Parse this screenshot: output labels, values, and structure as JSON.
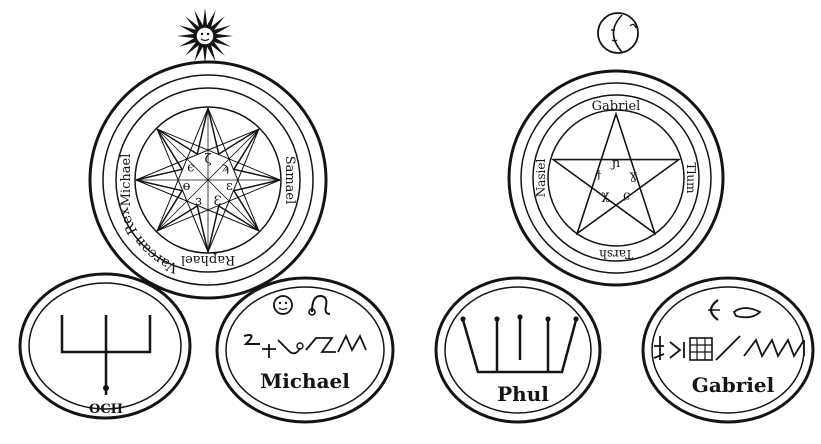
{
  "colors": {
    "ink": "#141414",
    "paper": "#ffffff"
  },
  "sun_group": {
    "symbol_icon": "sun-with-face-icon",
    "main_seal": {
      "ring_text": [
        "Varcan Rex",
        "Samael",
        "Raphael",
        "Michael"
      ],
      "figure": "eight-pointed-star",
      "inner_letters": [
        "ζ",
        "ϡ",
        "ɛ",
        "Ɛ",
        "ɜ",
        "ɵ",
        "ϵ"
      ]
    },
    "left_seal": {
      "label": "OCH",
      "figure": "trident-sigil"
    },
    "right_seal": {
      "label": "Michael",
      "top_icons": [
        "sun-face-icon",
        "leo-icon"
      ]
    }
  },
  "moon_group": {
    "symbol_icon": "moon-with-face-icon",
    "main_seal": {
      "ring_text": [
        "Gabriel",
        "Tlum",
        "Tarsh",
        "Nasiel"
      ],
      "figure": "pentagram",
      "inner_letters": [
        "ɲ",
        "ɣ",
        "ɕ",
        "χ",
        "ϯ"
      ]
    },
    "left_seal": {
      "label": "Phul",
      "figure": "bowl-sigil"
    },
    "right_seal": {
      "label": "Gabriel",
      "top_icons": [
        "crescent-icon",
        "cancer-glyph-icon"
      ]
    }
  }
}
